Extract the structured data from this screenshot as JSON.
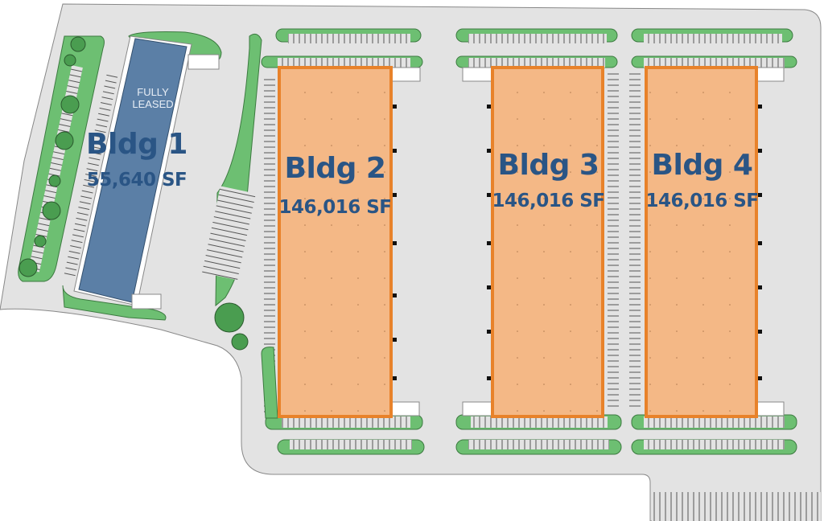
{
  "site_plan": {
    "colors": {
      "pavement": "#e3e3e3",
      "landscape": "#6dbf72",
      "tree": "#4a9d50",
      "leased_building": "#5b7fa6",
      "available_building_fill": "#f4b886",
      "available_building_border": "#e8822a",
      "label_text": "#2a5585"
    },
    "buildings": [
      {
        "id": "bldg-1",
        "name": "Bldg 1",
        "area": "55,640 SF",
        "status": "FULLY LEASED",
        "status_line1": "FULLY",
        "status_line2": "LEASED"
      },
      {
        "id": "bldg-2",
        "name": "Bldg 2",
        "area": "146,016 SF",
        "status": "available"
      },
      {
        "id": "bldg-3",
        "name": "Bldg 3",
        "area": "146,016 SF",
        "status": "available"
      },
      {
        "id": "bldg-4",
        "name": "Bldg 4",
        "area": "146,016 SF",
        "status": "available"
      }
    ]
  }
}
